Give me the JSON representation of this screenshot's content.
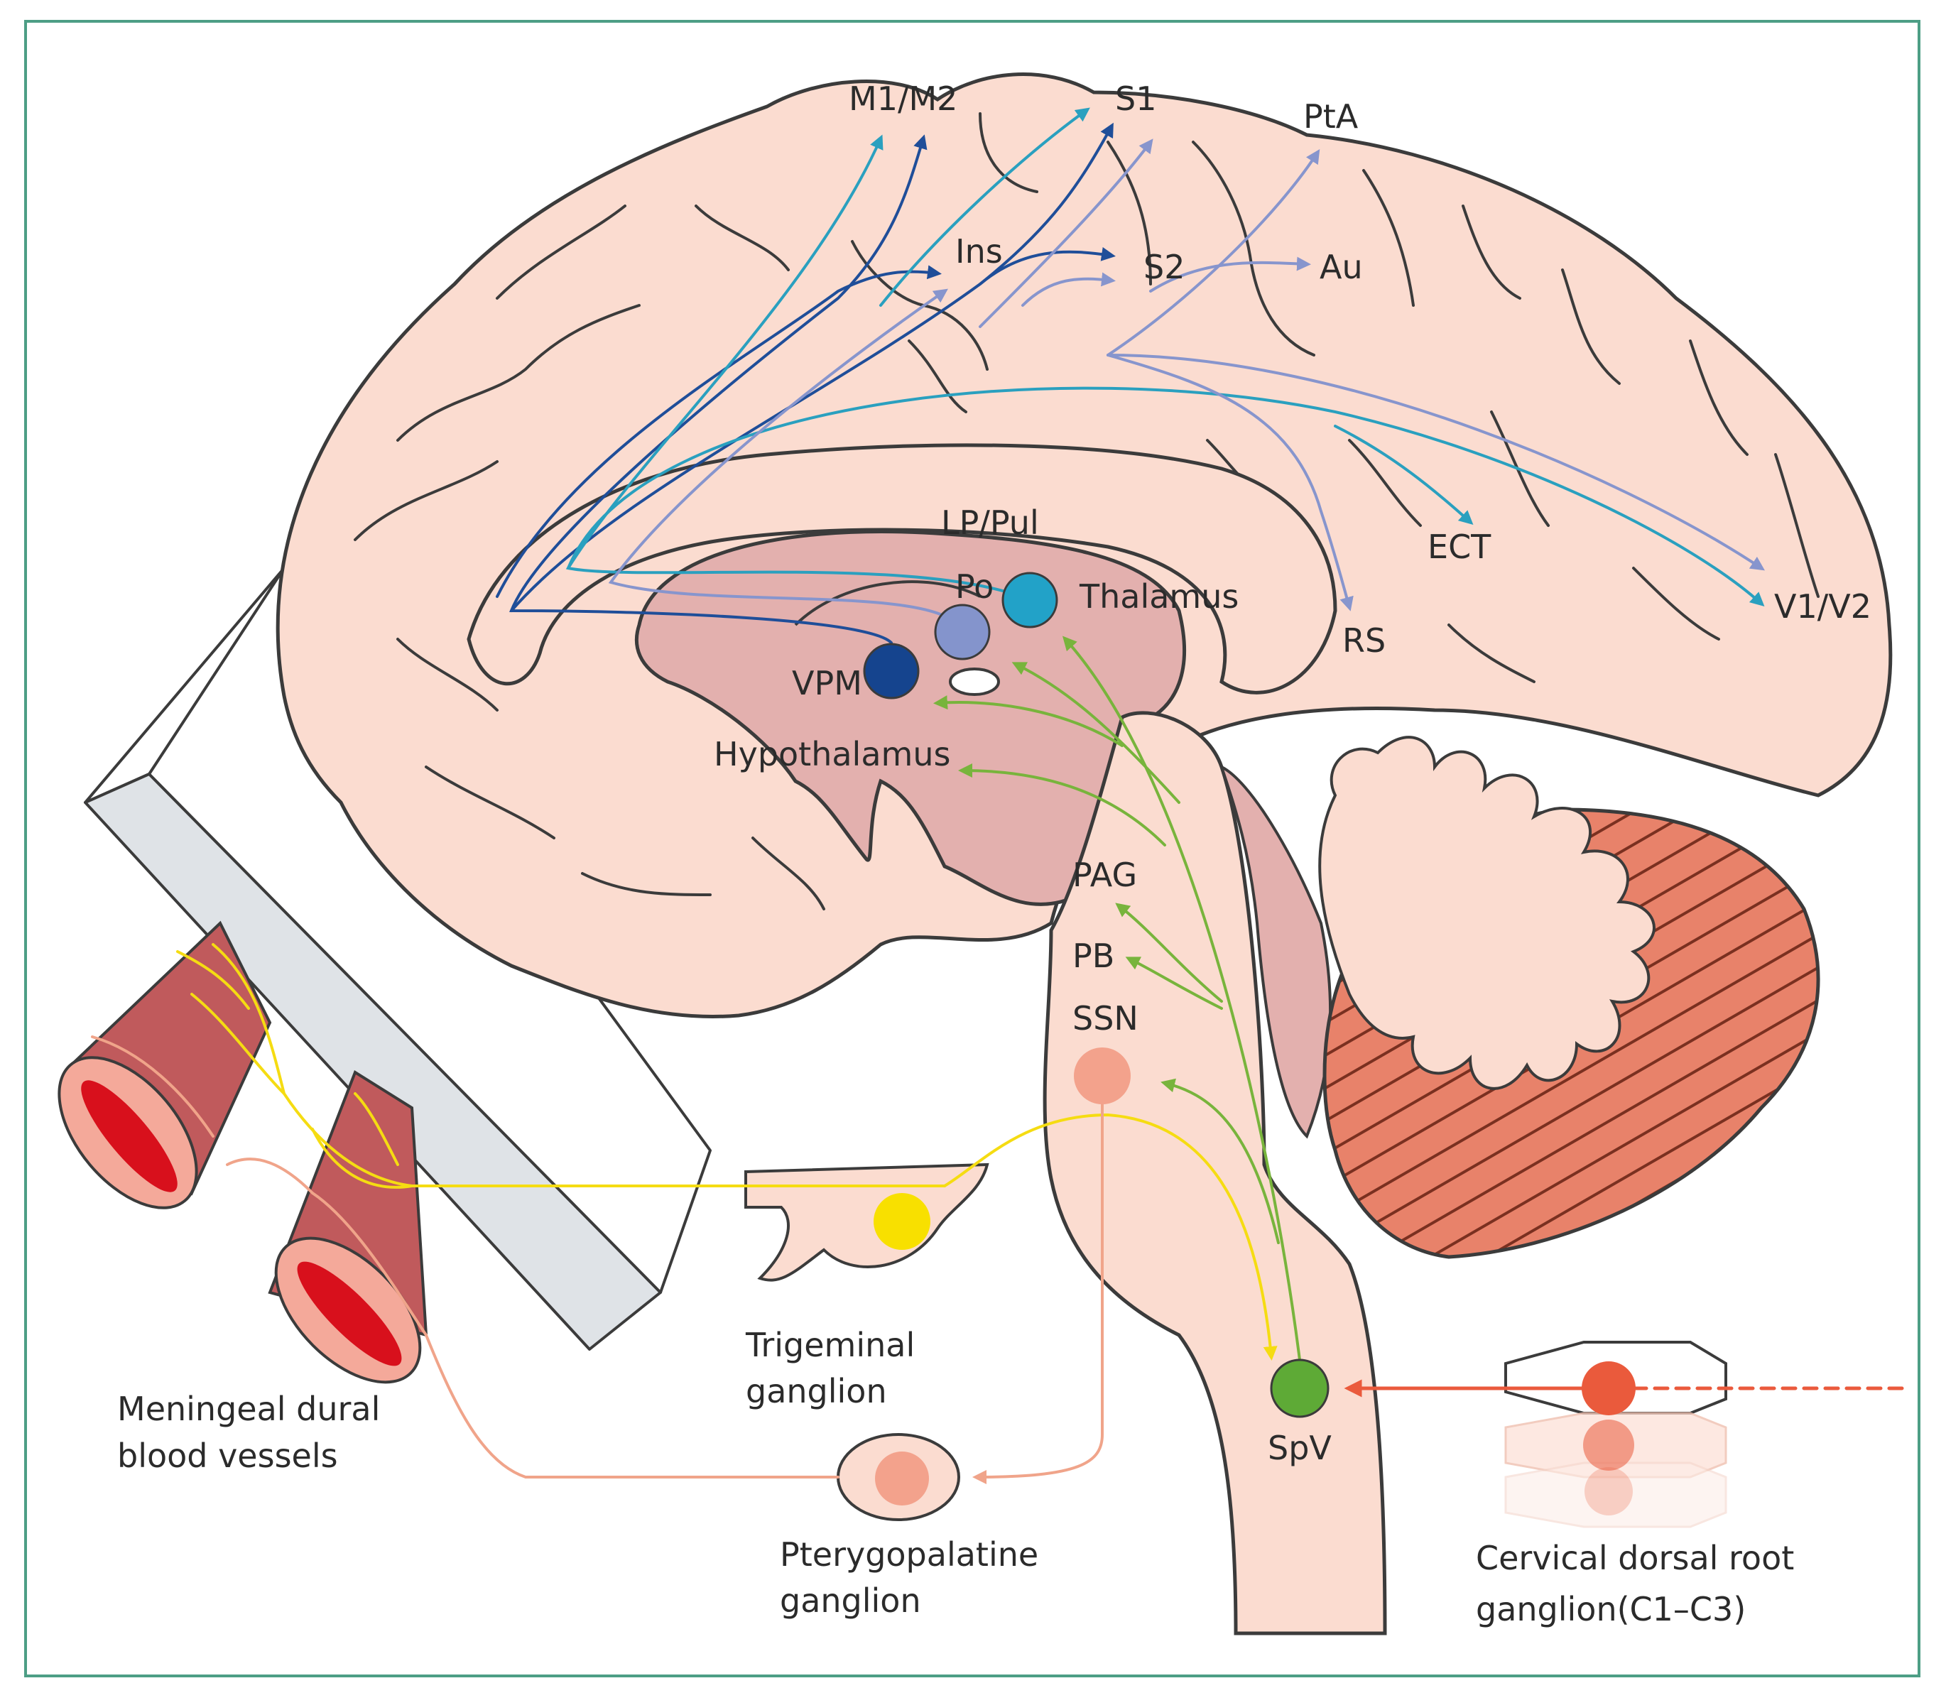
{
  "colors": {
    "brain_fill": "#fbdcd0",
    "thalamus_fill": "#e3b0ae",
    "cerebellum_fill": "#e8826a",
    "vessel_fill": "#c05a5c",
    "lumen_fill": "#d8101c",
    "skull_fill": "#dfe3e7",
    "outline": "#3b3b3b",
    "frame": "#4d9e85",
    "path_dark_blue": "#1f4e99",
    "path_teal": "#2aa0bf",
    "path_lavender": "#8795cd",
    "path_green": "#78b43c",
    "path_yellow": "#f5dc12",
    "path_salmon": "#f0a48a",
    "path_red": "#ea5a3c"
  },
  "nodes": {
    "vpm": {
      "label": "VPM",
      "color": "#15448e"
    },
    "po": {
      "label": "Po",
      "color": "#8494cc"
    },
    "thalamus_node": {
      "label": "Thalamus",
      "color": "#22a2c8"
    },
    "ssn": {
      "label": "SSN",
      "color": "#f3a28c"
    },
    "spv": {
      "label": "SpV",
      "color": "#5eaa36"
    },
    "trigeminal": {
      "label_line1": "Trigeminal",
      "label_line2": "ganglion",
      "color": "#f8e000"
    },
    "pterygopalatine": {
      "label_line1": "Pterygopalatine",
      "label_line2": "ganglion",
      "color": "#f3a28c"
    },
    "cervical": {
      "label_line1": "Cervical dorsal root",
      "label_line2": "ganglion(C1–C3)",
      "color": "#ea5a3c"
    }
  },
  "labels": {
    "m1m2": "M1/M2",
    "s1": "S1",
    "pta": "PtA",
    "ins": "Ins",
    "s2": "S2",
    "au": "Au",
    "ect": "ECT",
    "rs": "RS",
    "v1v2": "V1/V2",
    "lp_pul": "LP/Pul",
    "hypothalamus": "Hypothalamus",
    "pag": "PAG",
    "pb": "PB",
    "vessels_line1": "Meningeal dural",
    "vessels_line2": "blood vessels"
  }
}
